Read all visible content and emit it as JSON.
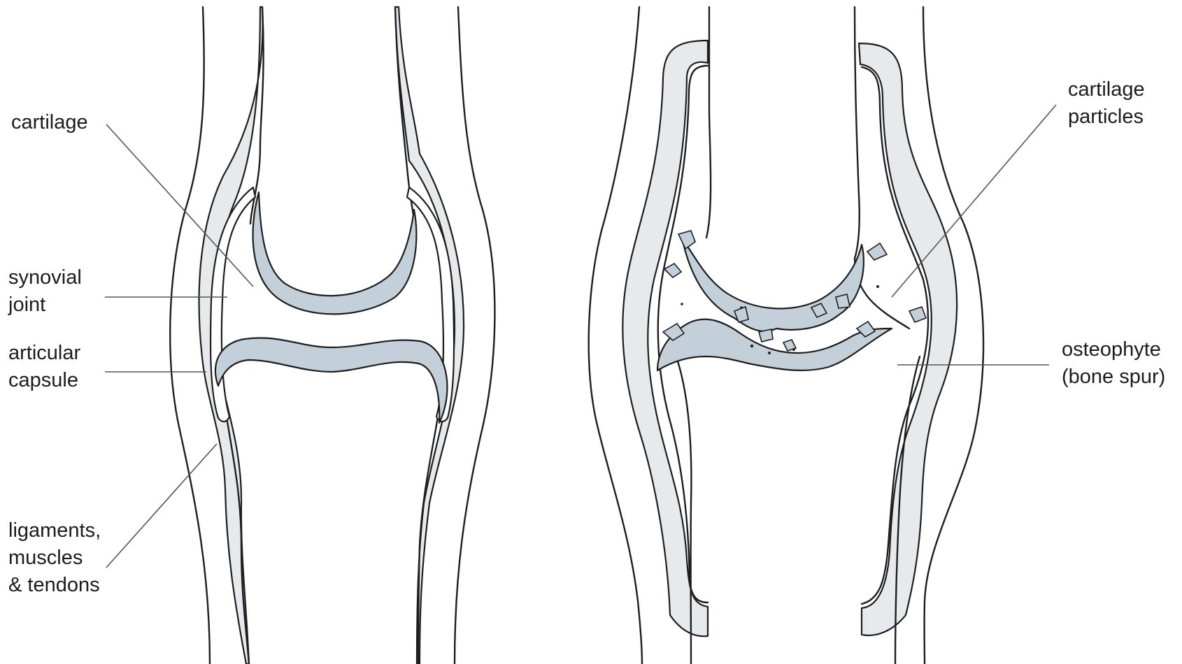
{
  "labels": {
    "cartilage": "cartilage",
    "synovial_joint": [
      "synovial",
      "joint"
    ],
    "articular_capsule": [
      "articular",
      "capsule"
    ],
    "ligaments": [
      "ligaments,",
      "muscles",
      "& tendons"
    ],
    "cartilage_particles": [
      "cartilage",
      "particles"
    ],
    "osteophyte": [
      "osteophyte",
      "(bone spur)"
    ]
  },
  "colors": {
    "outline": "#1e1e1e",
    "soft_tissue": "#e7eaed",
    "cartilage": "#c3d0da",
    "leader": "#555555"
  }
}
